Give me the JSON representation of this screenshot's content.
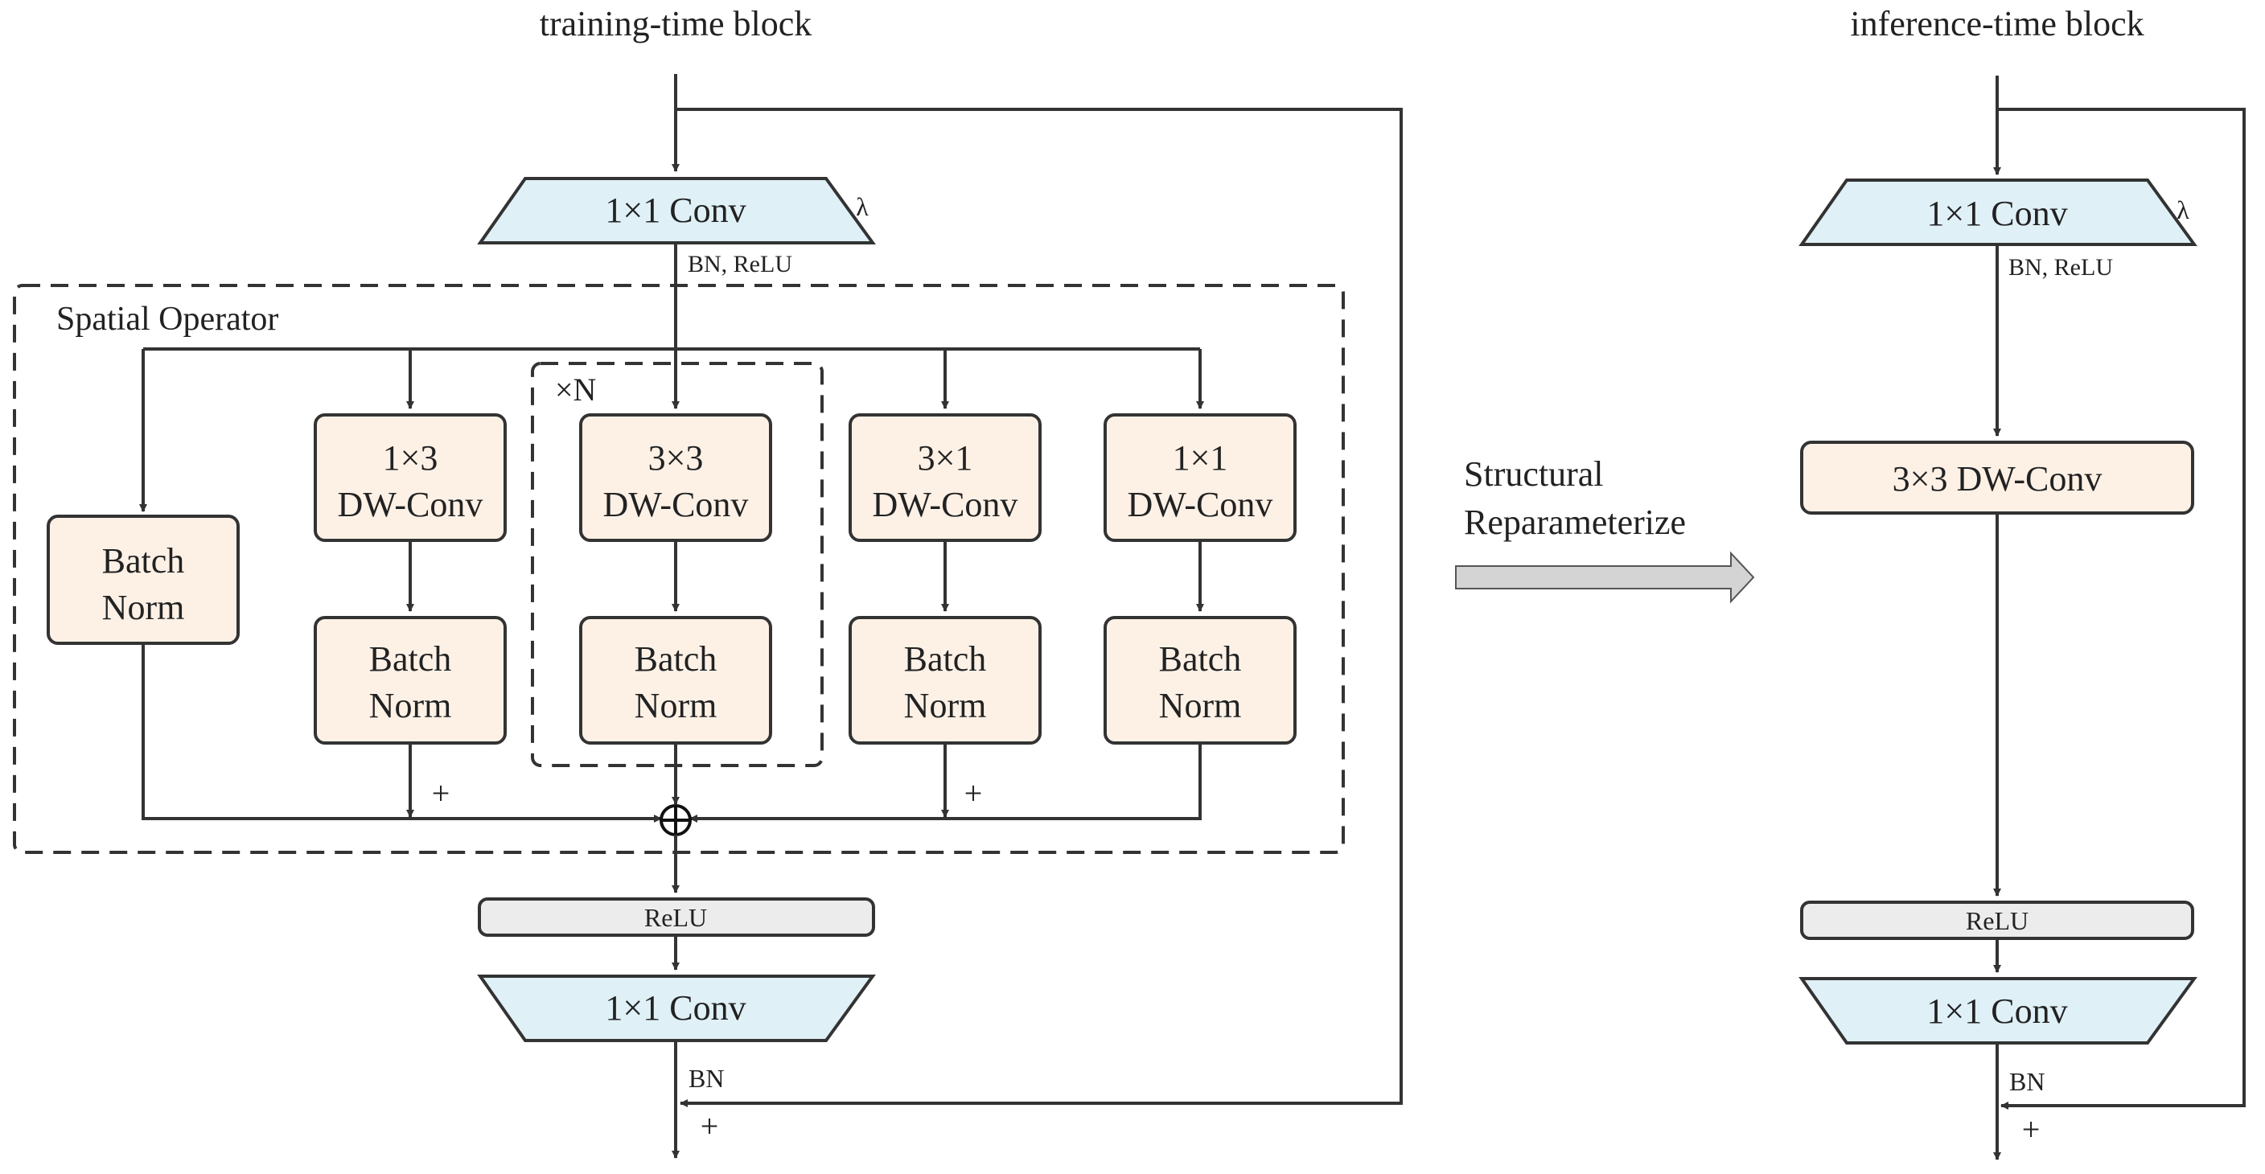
{
  "colors": {
    "line": "#333333",
    "conv_fill": "#dff0f7",
    "dwconv_fill": "#fdf1e6",
    "relu_fill": "#ececec",
    "arrow_fill": "#d4d4d4"
  },
  "training": {
    "title": "training-time block",
    "conv_in": "1×1 Conv",
    "lambda": "λ",
    "bn_relu": "BN, ReLU",
    "spatial_label": "Spatial Operator",
    "repeat_label": "×N",
    "branch_bn": {
      "line1": "Batch",
      "line2": "Norm"
    },
    "branches": [
      {
        "conv1": "1×3",
        "conv2": "DW-Conv",
        "bn1": "Batch",
        "bn2": "Norm"
      },
      {
        "conv1": "3×3",
        "conv2": "DW-Conv",
        "bn1": "Batch",
        "bn2": "Norm"
      },
      {
        "conv1": "3×1",
        "conv2": "DW-Conv",
        "bn1": "Batch",
        "bn2": "Norm"
      },
      {
        "conv1": "1×1",
        "conv2": "DW-Conv",
        "bn1": "Batch",
        "bn2": "Norm"
      }
    ],
    "plus_left": "+",
    "plus_right": "+",
    "relu": "ReLU",
    "conv_out": "1×1 Conv",
    "bn": "BN",
    "plus_out": "+"
  },
  "transition": {
    "line1": "Structural",
    "line2": "Reparameterize"
  },
  "inference": {
    "title": "inference-time block",
    "conv_in": "1×1 Conv",
    "lambda": "λ",
    "bn_relu": "BN, ReLU",
    "dwconv": "3×3 DW-Conv",
    "relu": "ReLU",
    "conv_out": "1×1 Conv",
    "bn": "BN",
    "plus_out": "+"
  }
}
